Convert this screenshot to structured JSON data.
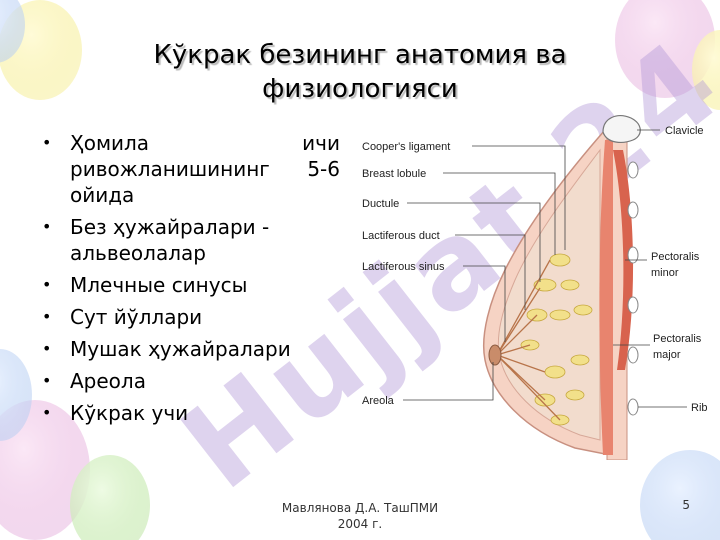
{
  "slide": {
    "title_line1": "Кўкрак безининг анатомия ва",
    "title_line2": "физиологияси",
    "watermark": "Hujjat 24"
  },
  "bullets": [
    "Ҳомила ичи ривожланишининг 5-6 ойида",
    "Без ҳужайралари - альвеолалар",
    "Млечные синусы",
    "Сут йўллари",
    "Мушак ҳужайралари",
    "Ареола",
    "Кўкрак учи"
  ],
  "diagram": {
    "labels_left": [
      "Cooper's ligament",
      "Breast lobule",
      "Ductule",
      "Lactiferous duct",
      "Lactiferous sinus",
      "Areola"
    ],
    "label_clavicle": "Clavicle",
    "label_pectoralis_minor_1": "Pectoralis",
    "label_pectoralis_minor_2": "minor",
    "label_pectoralis_major_1": "Pectoralis",
    "label_pectoralis_major_2": "major",
    "label_rib": "Rib"
  },
  "footer": {
    "author": "Мавлянова Д.А.   ТашПМИ",
    "year": "2004 г.",
    "page": "5"
  },
  "colors": {
    "muscle": "#e8846e",
    "skin": "#f6d3c4",
    "fat": "#f2e08a",
    "bone": "#f5f5f5"
  }
}
